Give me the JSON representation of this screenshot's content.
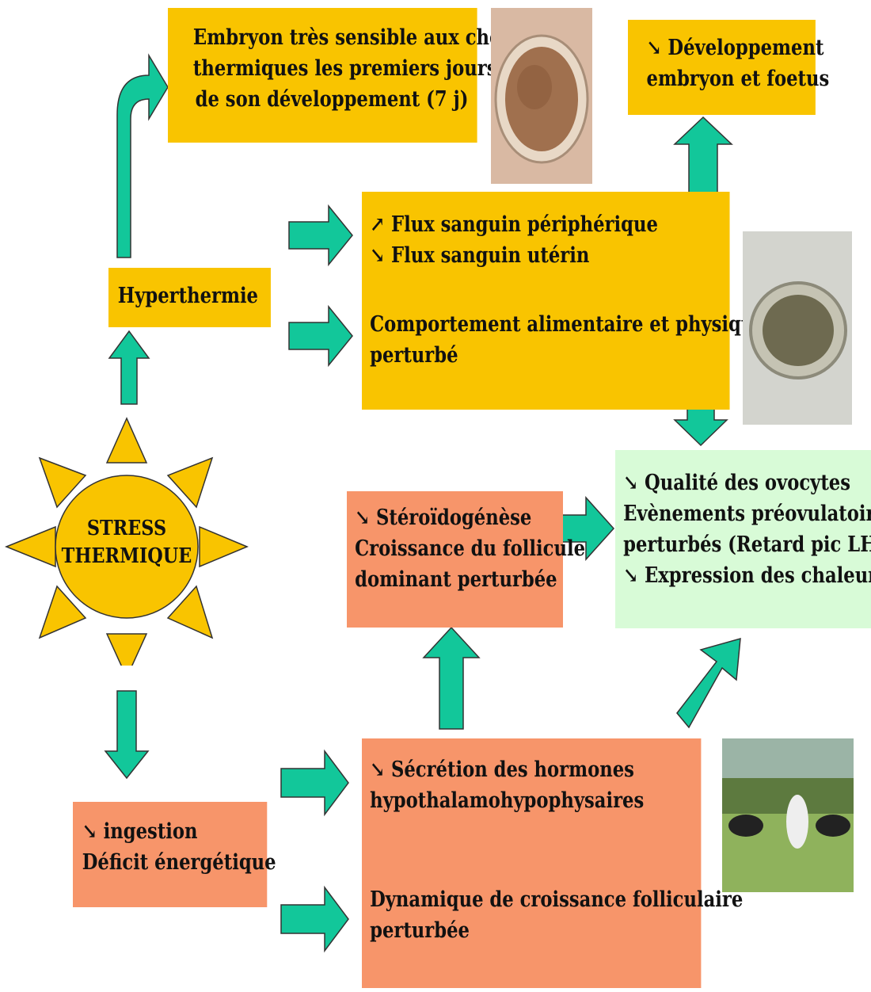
{
  "center": {
    "label_line1": "STRESS",
    "label_line2": "THERMIQUE"
  },
  "embryon_box": {
    "line1": "Embryon très sensible aux chocs",
    "line2": "thermiques les premiers jours",
    "line3": "de son développement (7 j)"
  },
  "developpement_box": {
    "arrow": "↘",
    "line1": "Développement",
    "line2": "embryon et foetus"
  },
  "hyperthermie_box": {
    "label": "Hyperthermie"
  },
  "flux_box": {
    "arrow_up": "↗",
    "line1": "Flux sanguin périphérique",
    "arrow_down": "↘",
    "line2": "Flux sanguin utérin",
    "line3": "Comportement alimentaire et physique",
    "line4": "perturbé"
  },
  "qualite_box": {
    "arrow1": "↘",
    "line1": "Qualité des ovocytes",
    "line2": "Evènements préovulatoires",
    "line3": "perturbés (Retard pic LH)",
    "arrow4": "↘",
    "line4": "Expression des chaleurs"
  },
  "steroido_box": {
    "arrow": "↘",
    "line1": "Stéroïdogénèse",
    "line2": "Croissance du follicule",
    "line3": "dominant perturbée"
  },
  "ingestion_box": {
    "arrow": "↘",
    "line1": "ingestion",
    "line2": "Déficit énergétique"
  },
  "secretion_box": {
    "arrow": "↘",
    "line1": "Sécrétion des hormones",
    "line2": "hypothalamohypophysaires",
    "line3": "Dynamique de croissance folliculaire",
    "line4": "perturbée"
  },
  "colors": {
    "yellow": "#f9c400",
    "orange": "#f7956a",
    "light_green": "#d8fbd7",
    "arrow_teal": "#12c79a",
    "sun": "#f9c400"
  }
}
